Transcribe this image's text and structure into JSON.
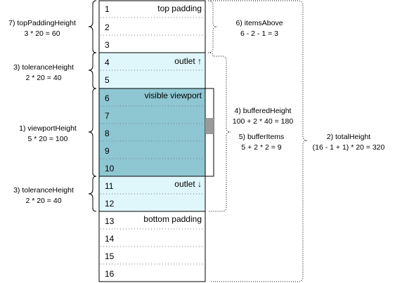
{
  "rows": [
    "1",
    "2",
    "3",
    "4",
    "5",
    "6",
    "7",
    "8",
    "9",
    "10",
    "11",
    "12",
    "13",
    "14",
    "15",
    "16"
  ],
  "sections": {
    "top_padding": "top padding",
    "outlet_up": "outlet ↑",
    "visible_viewport": "visible viewport",
    "outlet_down": "outlet ↓",
    "bottom_padding": "bottom padding"
  },
  "annotations": {
    "top_padding_height": {
      "title": "7) topPaddingHeight",
      "formula": "3 * 20 = 60"
    },
    "tolerance_height_top": {
      "title": "3) toleranceHeight",
      "formula": "2 * 20 = 40"
    },
    "viewport_height": {
      "title": "1) viewportHeight",
      "formula": "5 * 20 = 100"
    },
    "tolerance_height_bottom": {
      "title": "3) toleranceHeight",
      "formula": "2 * 20 = 40"
    },
    "items_above": {
      "title": "6) itemsAbove",
      "formula": "6 - 2 - 1 = 3"
    },
    "buffered_height": {
      "title": "4) bufferedHeight",
      "formula": "100 + 2 * 40 = 180"
    },
    "buffer_items": {
      "title": "5) bufferItems",
      "formula": "5 + 2 * 2 = 9"
    },
    "total_height": {
      "title": "2) totalHeight",
      "formula": "(16 - 1 + 1) * 20 = 320"
    }
  },
  "colors": {
    "outlet_fill": "#dff7fb",
    "viewport_fill": "#8ec7d2",
    "scrollbar_thumb": "#9a9a9a"
  }
}
